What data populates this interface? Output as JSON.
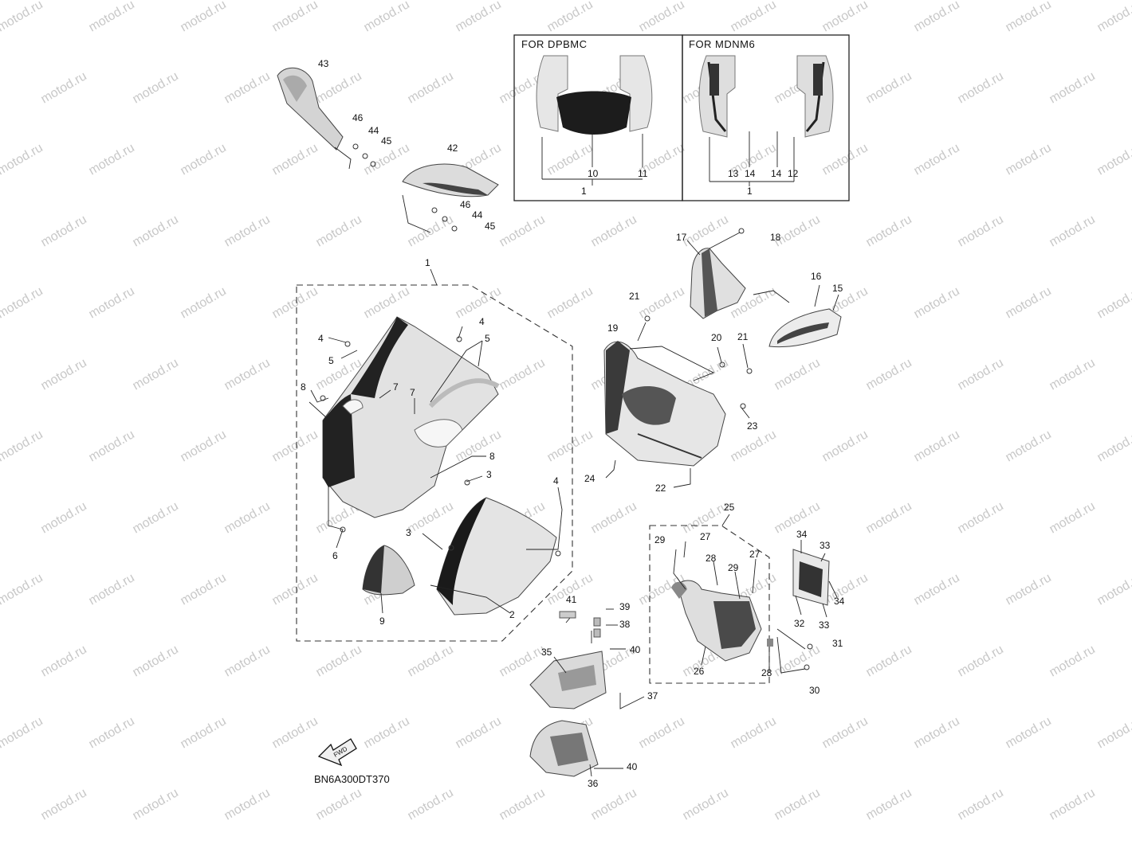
{
  "watermark": "motod.ru",
  "variant_boxes": [
    {
      "header": "FOR  DPBMC",
      "callouts": [
        "10",
        "11",
        "1"
      ]
    },
    {
      "header": "FOR  MDNM6",
      "callouts": [
        "13",
        "14",
        "14",
        "12",
        "1"
      ]
    }
  ],
  "callouts": {
    "c43": "43",
    "c46a": "46",
    "c44a": "44",
    "c45a": "45",
    "c42": "42",
    "c46b": "46",
    "c44b": "44",
    "c45b": "45",
    "c1": "1",
    "c4a": "4",
    "c5a": "5",
    "c4b": "4",
    "c5b": "5",
    "c8a": "8",
    "c7a": "7",
    "c7b": "7",
    "c8b": "8",
    "c3a": "3",
    "c4c": "4",
    "c3b": "3",
    "c6": "6",
    "c9": "9",
    "c2": "2",
    "c17": "17",
    "c18": "18",
    "c16": "16",
    "c15": "15",
    "c21a": "21",
    "c19": "19",
    "c20": "20",
    "c21b": "21",
    "c23": "23",
    "c24": "24",
    "c22": "22",
    "c25": "25",
    "c27a": "27",
    "c29a": "29",
    "c28a": "28",
    "c29b": "29",
    "c27b": "27",
    "c34a": "34",
    "c33a": "33",
    "c34b": "34",
    "c32": "32",
    "c33b": "33",
    "c31": "31",
    "c26": "26",
    "c28b": "28",
    "c30": "30",
    "c41": "41",
    "c39": "39",
    "c38": "38",
    "c40a": "40",
    "c35": "35",
    "c37": "37",
    "c40b": "40",
    "c36": "36"
  },
  "diagram_code": "BN6A300DT370",
  "fwd_label": "FWD"
}
